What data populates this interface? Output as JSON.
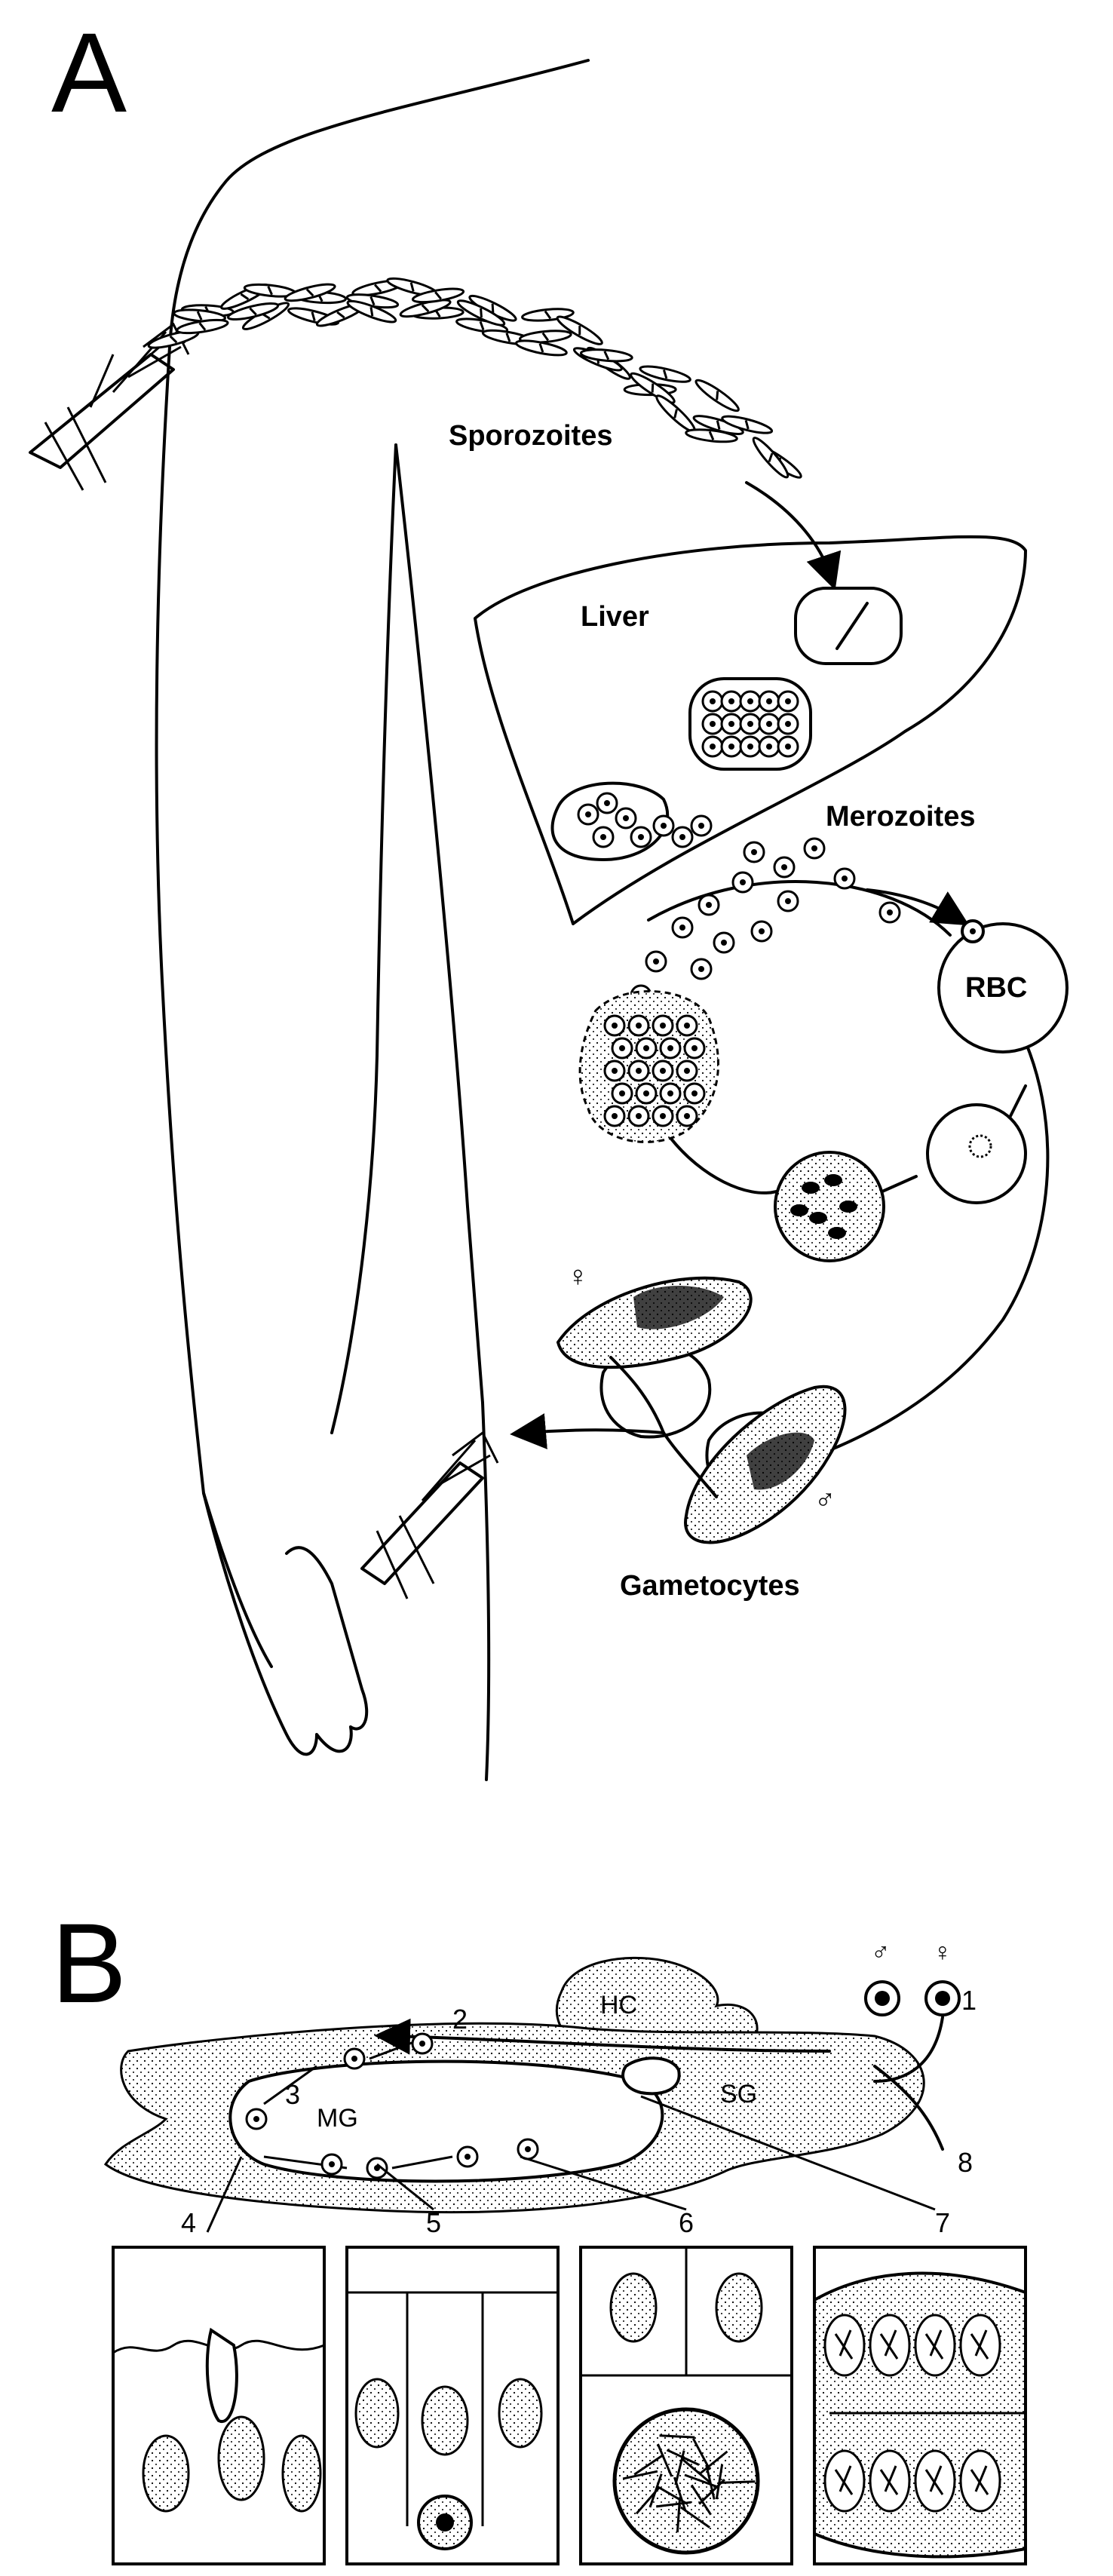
{
  "panels": {
    "a": {
      "letter": "A"
    },
    "b": {
      "letter": "B"
    }
  },
  "labels": {
    "sporozoites": "Sporozoites",
    "liver": "Liver",
    "merozoites": "Merozoites",
    "rbc": "RBC",
    "gametocytes": "Gametocytes",
    "female_symbol": "♀",
    "male_symbol": "♂"
  },
  "mosquito": {
    "hc": "HC",
    "mg": "MG",
    "sg": "SG",
    "stages": [
      "1",
      "2",
      "3",
      "4",
      "5",
      "6",
      "7",
      "8"
    ]
  },
  "colors": {
    "ink": "#000000",
    "paper": "#ffffff"
  }
}
